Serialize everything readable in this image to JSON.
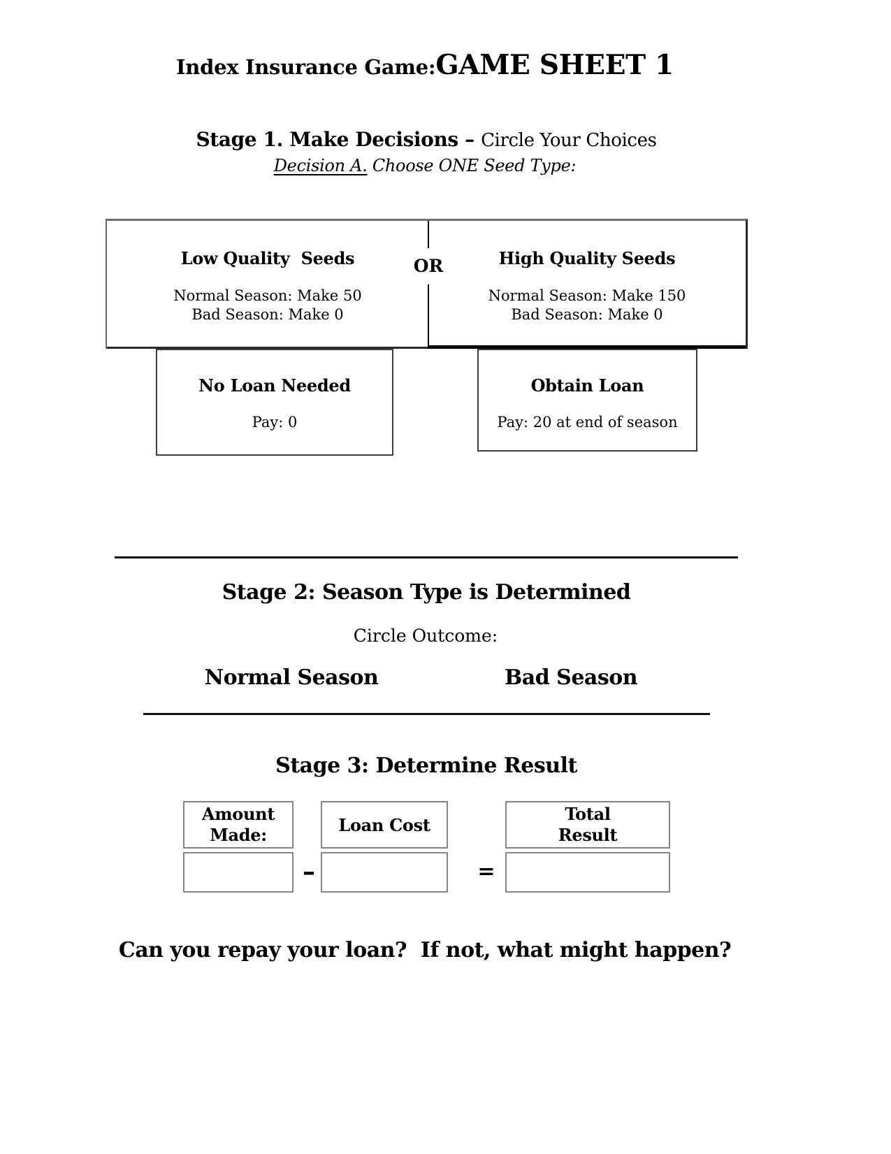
{
  "title": {
    "prefix": "Index Insurance Game: ",
    "main": "GAME SHEET 1"
  },
  "stage1": {
    "heading_bold": "Stage 1. Make Decisions – ",
    "heading_regular": "Circle Your Choices",
    "decision_underlined": "Decision A.",
    "decision_rest": " Choose ONE Seed Type:",
    "or_label": "OR",
    "low_seeds": {
      "title": "Low Quality  Seeds",
      "normal": "Normal Season: Make 50",
      "bad": "Bad Season: Make 0"
    },
    "high_seeds": {
      "title": "High Quality Seeds",
      "normal": "Normal Season: Make 150",
      "bad": "Bad Season: Make 0"
    },
    "no_loan": {
      "title": "No Loan Needed",
      "detail": "Pay: 0"
    },
    "obtain_loan": {
      "title": "Obtain Loan",
      "detail": "Pay: 20 at end of season"
    }
  },
  "stage2": {
    "heading": "Stage 2: Season Type is Determined",
    "subheading": "Circle Outcome:",
    "options": [
      "Normal Season",
      "Bad Season"
    ]
  },
  "stage3": {
    "heading": "Stage 3: Determine Result",
    "amount_label_line1": "Amount",
    "amount_label_line2": "Made:",
    "loan_label": "Loan Cost",
    "total_label_line1": "Total",
    "total_label_line2": "Result",
    "minus": "–",
    "equals": "=",
    "amount_value": "",
    "loan_value": "",
    "total_value": ""
  },
  "question": "Can you repay your loan?  If not, what might happen?",
  "colors": {
    "text": "#000000",
    "seed_box_border_gray": "#6e6e6e",
    "seed_box_border_dark": "#2a2a2a",
    "loan_box_border": "#3c3c3c",
    "stage3_box_border": "#858585",
    "divider": "#101010",
    "background": "#ffffff"
  }
}
